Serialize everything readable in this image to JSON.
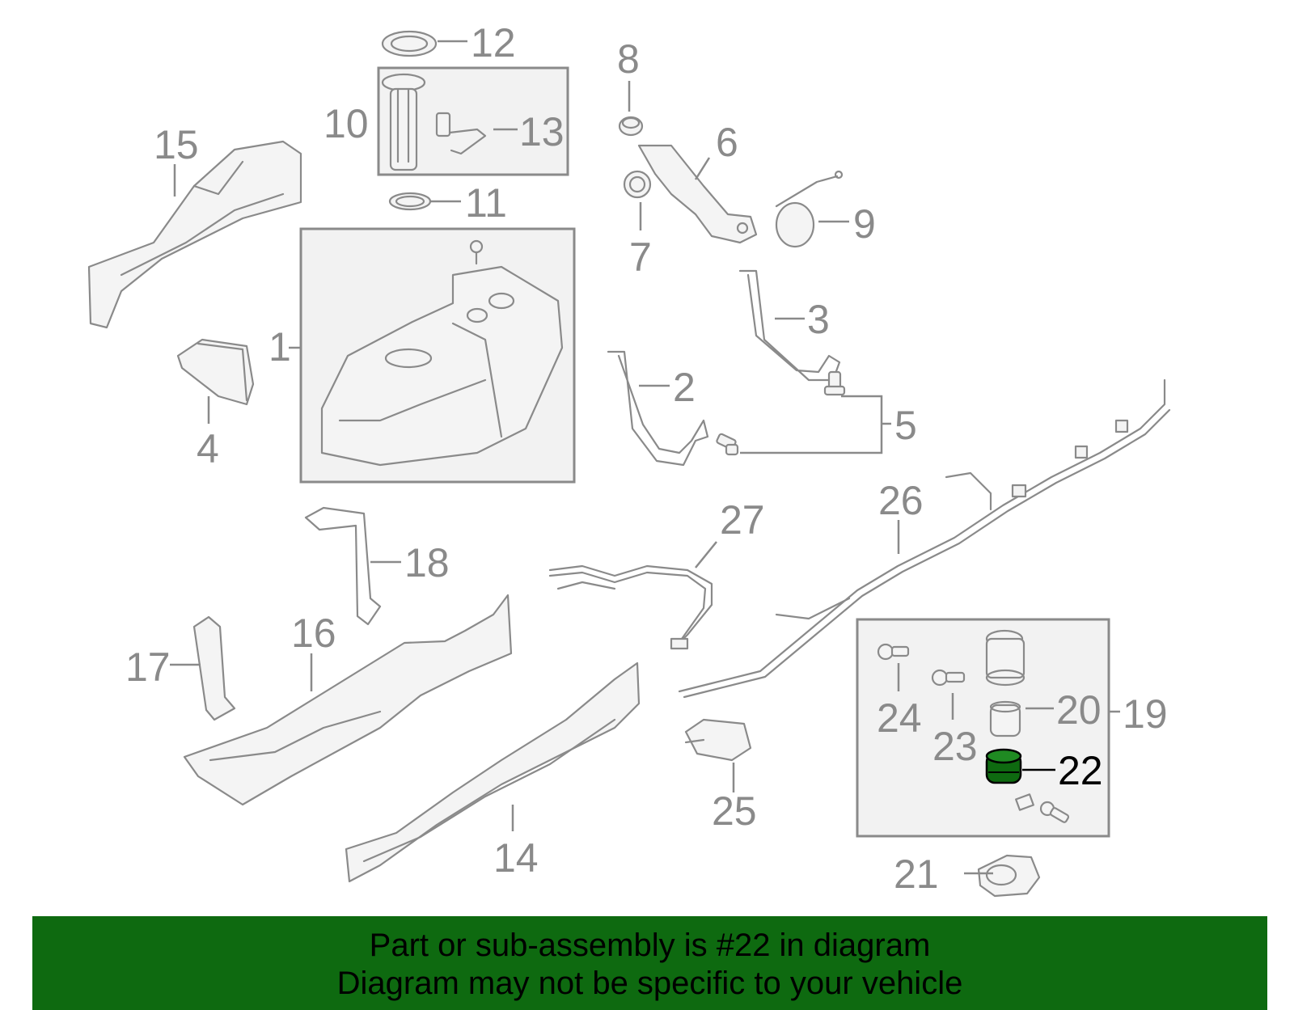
{
  "diagram": {
    "callouts": [
      "1",
      "2",
      "3",
      "4",
      "5",
      "6",
      "7",
      "8",
      "9",
      "10",
      "11",
      "12",
      "13",
      "14",
      "15",
      "16",
      "17",
      "18",
      "19",
      "20",
      "21",
      "22",
      "23",
      "24",
      "25",
      "26",
      "27"
    ],
    "highlighted_callout": "22",
    "colors": {
      "line": "#8a8a8a",
      "part_fill": "#f4f4f4",
      "group_box_fill": "#f2f2f2",
      "highlight_part": "#0e6a10",
      "highlight_text": "#000000",
      "banner_background": "#0e6a10"
    }
  },
  "banner": {
    "line1": "Part or sub-assembly is #22 in diagram",
    "line2": "Diagram may not be specific to your vehicle"
  }
}
